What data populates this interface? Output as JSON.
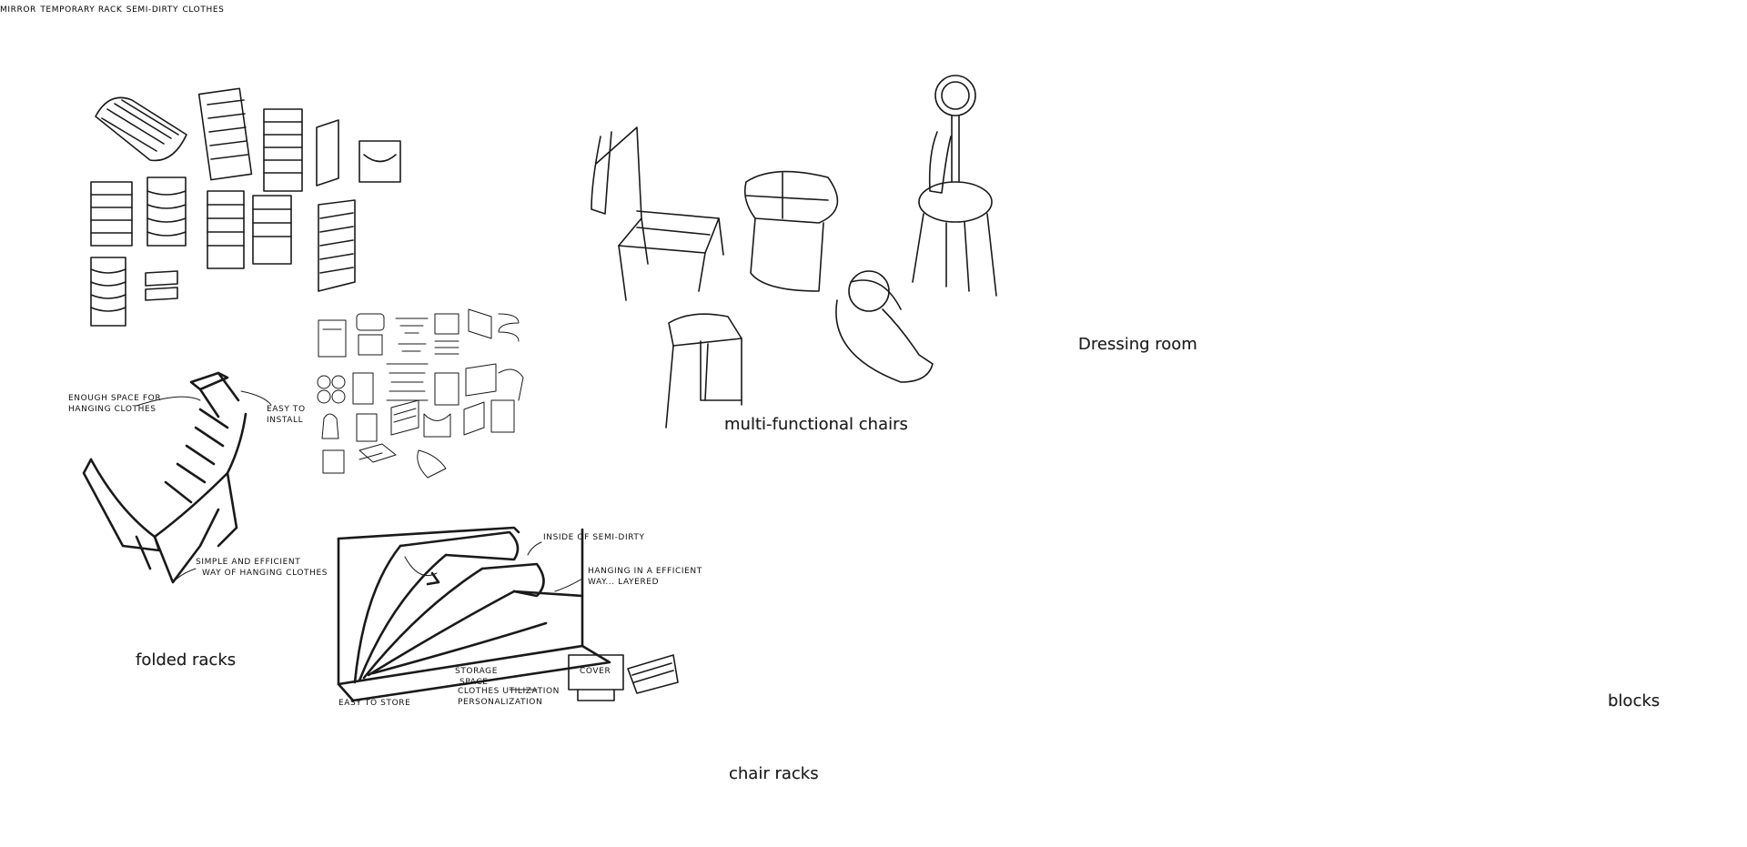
{
  "captions": {
    "folded_racks": "folded racks",
    "multi_functional_chairs": "multi-functional chairs",
    "dressing_room": "Dressing room",
    "chair_racks": "chair racks",
    "blocks": "blocks"
  },
  "annotations": {
    "mirror": "MIRROR",
    "temporary_rack": "TEMPORARY RACK",
    "semi_dirty_line1": "SEMI-DIRTY",
    "semi_dirty_line2": "CLOTHES",
    "enough_space_line1": "ENOUGH SPACE FOR",
    "enough_space_line2": "HANGING CLOTHES",
    "easy_to_install_line1": "EASY TO",
    "easy_to_install_line2": "INSTALL",
    "simple_line1": "SIMPLE AND EFFICIENT",
    "simple_line2": "WAY OF HANGING CLOTHES",
    "inside_semi_dirty": "INSIDE OF SEMI-DIRTY",
    "hanging_efficient_line1": "HANGING IN A EFFICIENT",
    "hanging_efficient_line2": "WAY... LAYERED",
    "easy_to_store": "EASY TO STORE",
    "cover": "COVER",
    "storage_line1": "STORAGE",
    "storage_line2": "SPACE",
    "clothes_utilization_line1": "CLOTHES UTILIZATION",
    "clothes_utilization_line2": "PERSONALIZATION"
  },
  "colors": {
    "ink": "#1a1a1a",
    "checkmark": "#f5b800",
    "background": "#ffffff"
  },
  "icons": {
    "selected_mark": "checkmark-icon"
  }
}
